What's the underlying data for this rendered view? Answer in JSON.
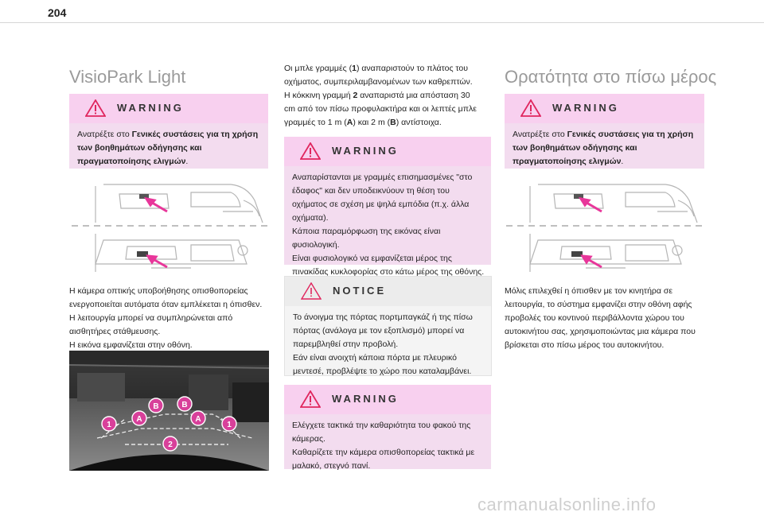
{
  "page_number": "204",
  "col1": {
    "heading": "VisioPark Light",
    "warning": {
      "title": "WARNING",
      "line1": "Ανατρέξτε στο ",
      "line1_bold": "Γενικές συστάσεις για τη χρήση",
      "line2_bold": "των βοηθημάτων οδήγησης και",
      "line3_bold": "πραγματοποίησης ελιγμών",
      "line3_end": "."
    },
    "paragraph": [
      "Η κάμερα οπτικής υποβοήθησης οπισθοπορείας",
      "ενεργοποιείται αυτόματα όταν εμπλέκεται η όπισθεν.",
      "Η λειτουργία μπορεί να συμπληρώνεται από",
      "αισθητήρες στάθμευσης.",
      "Η εικόνα εμφανίζεται στην οθόνη."
    ],
    "photo_markers": [
      "1",
      "A",
      "B",
      "B",
      "A",
      "1",
      "2"
    ]
  },
  "col2": {
    "intro": [
      {
        "pre": "Οι μπλε γραμμές (",
        "bold": "1",
        "post": ") αναπαριστούν το πλάτος του"
      },
      {
        "pre": "οχήματος, συμπεριλαμβανομένων των καθρεπτών.",
        "bold": "",
        "post": ""
      },
      {
        "pre": "Η κόκκινη γραμμή ",
        "bold": "2",
        "post": " αναπαριστά μια απόσταση 30"
      },
      {
        "pre": "cm από τον πίσω προφυλακτήρα και οι λεπτές μπλε",
        "bold": "",
        "post": ""
      },
      {
        "pre": "γραμμές το 1 m (",
        "bold": "A",
        "post": ") και 2 m ("
      },
      {
        "pre": "",
        "bold": "B",
        "post": ") αντίστοιχα."
      }
    ],
    "warning1": {
      "title": "WARNING",
      "lines": [
        "Αναπαρίστανται με γραμμές επισημασμένες \"στο",
        "έδαφος\" και δεν υποδεικνύουν τη θέση του",
        "οχήματος σε σχέση με ψηλά εμπόδια (π.χ. άλλα",
        "οχήματα).",
        "Κάποια παραμόρφωση της εικόνας είναι",
        "φυσιολογική.",
        "Είναι φυσιολογικό να εμφανίζεται μέρος της",
        "πινακίδας κυκλοφορίας στο κάτω μέρος της οθόνης."
      ]
    },
    "notice": {
      "title": "NOTICE",
      "lines": [
        "Το άνοιγμα της πόρτας πορτμπαγκάζ ή της πίσω",
        "πόρτας (ανάλογα με τον εξοπλισμό) μπορεί να",
        "παρεμβληθεί στην προβολή.",
        "Εάν είναι ανοιχτή κάποια πόρτα με πλευρικό",
        "μεντεσέ, προβλέψτε το χώρο που καταλαμβάνει."
      ]
    },
    "warning2": {
      "title": "WARNING",
      "lines": [
        "Ελέγχετε τακτικά την καθαριότητα του φακού της",
        "κάμερας.",
        "Καθαρίζετε την κάμερα οπισθοπορείας τακτικά με",
        "μαλακό, στεγνό πανί."
      ]
    }
  },
  "col3": {
    "heading": "Ορατότητα στο πίσω μέρος",
    "warning": {
      "title": "WARNING",
      "line1": "Ανατρέξτε στο ",
      "line1_bold": "Γενικές συστάσεις για τη χρήση",
      "line2_bold": "των βοηθημάτων οδήγησης και",
      "line3_bold": "πραγματοποίησης ελιγμών",
      "line3_end": "."
    },
    "paragraph": [
      "Μόλις επιλεχθεί η όπισθεν με τον κινητήρα σε",
      "λειτουργία, το σύστημα εμφανίζει στην οθόνη αφής",
      "προβολές του κοντινού περιβάλλοντα χώρου του",
      "αυτοκινήτου σας, χρησιμοποιώντας μια κάμερα που",
      "βρίσκεται στο πίσω μέρος του αυτοκινήτου."
    ]
  },
  "watermark": "carmanualsonline.info",
  "colors": {
    "warning_bg": "#f3dcef",
    "warning_head": "#f8d0ef",
    "accent_magenta": "#e8369a",
    "guide_marker": "#d8409a"
  }
}
